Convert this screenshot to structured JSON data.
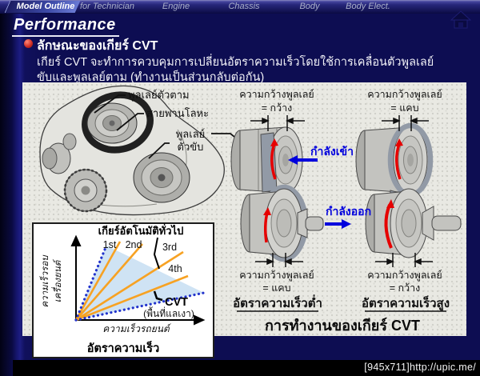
{
  "nav": {
    "tabs": [
      {
        "label": "Model Outline",
        "active": true
      },
      {
        "label": "for Technician",
        "active": false
      },
      {
        "label": "Engine",
        "active": false
      },
      {
        "label": "Chassis",
        "active": false
      },
      {
        "label": "Body",
        "active": false
      },
      {
        "label": "Body Elect.",
        "active": false
      }
    ]
  },
  "page": {
    "title": "Performance",
    "heading": "ลักษณะของเกียร์ CVT",
    "body_line1": "เกียร์ CVT จะทำการควบคุมการเปลี่ยนอัตราความเร็วโดยใช้การเคลื่อนตัวพูลเลย์",
    "body_line2": "ขับและพูลเลย์ตาม (ทำงานเป็นส่วนกลับต่อกัน)"
  },
  "cutaway": {
    "label_driven_pulley": "พูลเลย์ตัวตาม",
    "label_metal_belt": "สายพานโลหะ",
    "label_drive_pulley_line1": "พูลเลย์",
    "label_drive_pulley_line2": "ตัวขับ"
  },
  "pulleys": {
    "width_label": "ความกว้างพูลเลย์",
    "low_speed": {
      "top_width": "= กว้าง",
      "bottom_width": "= แคบ",
      "caption": "อัตราความเร็วต่ำ"
    },
    "high_speed": {
      "top_width": "= แคบ",
      "bottom_width": "= กว้าง",
      "caption": "อัตราความเร็วสูง"
    },
    "power_in": "กำลังเข้า",
    "power_out": "กำลังออก",
    "main_caption": "การทำงานของเกียร์ CVT"
  },
  "chart_data": {
    "type": "line",
    "caption": "อัตราความเร็ว",
    "annotation_title": "เกียร์อัตโนมัติทั่วไป",
    "xlabel": "ความเร็วรถยนต์",
    "ylabel_line1": "ความเร็วรอบ",
    "ylabel_line2": "เครื่องยนต์",
    "axes_numeric": false,
    "grid": false,
    "series": [
      {
        "name": "1st",
        "color": "#f7a223",
        "style": "solid",
        "slope_relative": 1.8
      },
      {
        "name": "2nd",
        "color": "#f7a223",
        "style": "solid",
        "slope_relative": 1.16
      },
      {
        "name": "3rd",
        "color": "#f7a223",
        "style": "solid",
        "slope_relative": 0.64
      },
      {
        "name": "4th",
        "color": "#f7a223",
        "style": "solid",
        "slope_relative": 0.39
      }
    ],
    "cvt_band": {
      "label": "CVT",
      "note": "(พื้นที่แลเงา)",
      "line_style": "dotted",
      "line_color": "#2233cc",
      "fill_color": "#cfe3f4",
      "upper_slope_relative": 2.42,
      "lower_slope_relative": 0.21
    }
  },
  "footer": {
    "watermark": "[945x711]http://upic.me/"
  },
  "colors": {
    "slide_bg": "#0d0d52",
    "nav_active_tab": "#6a7ad4",
    "figure_bg": "#e9e9e3",
    "orange_line": "#f7a223",
    "cvt_dotted_blue": "#2233cc",
    "cvt_fill": "#cfe3f4",
    "power_arrow_blue": "#0000dd",
    "rotation_arrow_red": "#e60000",
    "bullet_red": "#d03026"
  }
}
